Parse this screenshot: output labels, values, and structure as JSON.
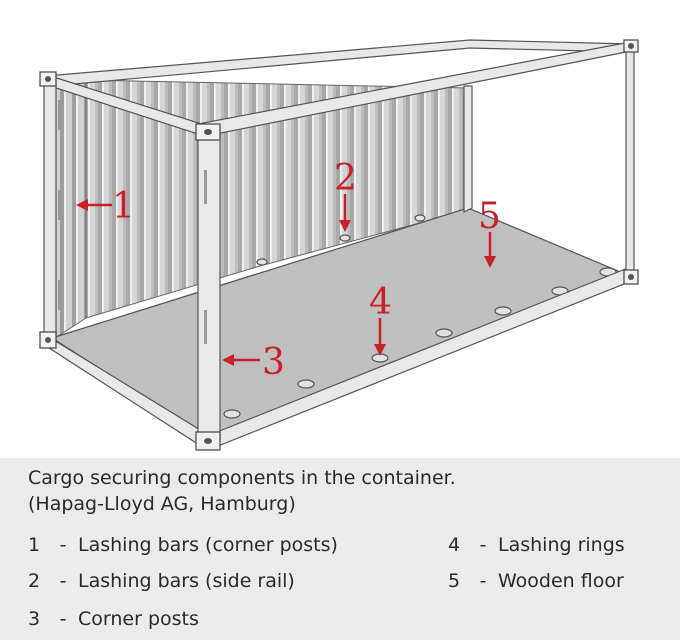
{
  "colors": {
    "label": "#c8202a",
    "frame": "#e6e6e6",
    "frame_stroke": "#555555",
    "floor": "#bdbdbd",
    "wall": "#d4d4d4",
    "rib": "#9a9a9a",
    "caption_bg": "#ebebeb",
    "text": "#2a2a2a"
  },
  "diagram": {
    "labels": {
      "l1": "1",
      "l2": "2",
      "l3": "3",
      "l4": "4",
      "l5": "5"
    }
  },
  "caption": {
    "line1": "Cargo securing components in the container.",
    "line2": "(Hapag-Lloyd AG, Hamburg)"
  },
  "legend": [
    {
      "num": "1",
      "sep": "-",
      "text": "Lashing bars (corner posts)"
    },
    {
      "num": "2",
      "sep": "-",
      "text": "Lashing bars (side rail)"
    },
    {
      "num": "3",
      "sep": "-",
      "text": "Corner posts"
    },
    {
      "num": "4",
      "sep": "-",
      "text": "Lashing rings"
    },
    {
      "num": "5",
      "sep": "-",
      "text": "Wooden floor"
    }
  ]
}
